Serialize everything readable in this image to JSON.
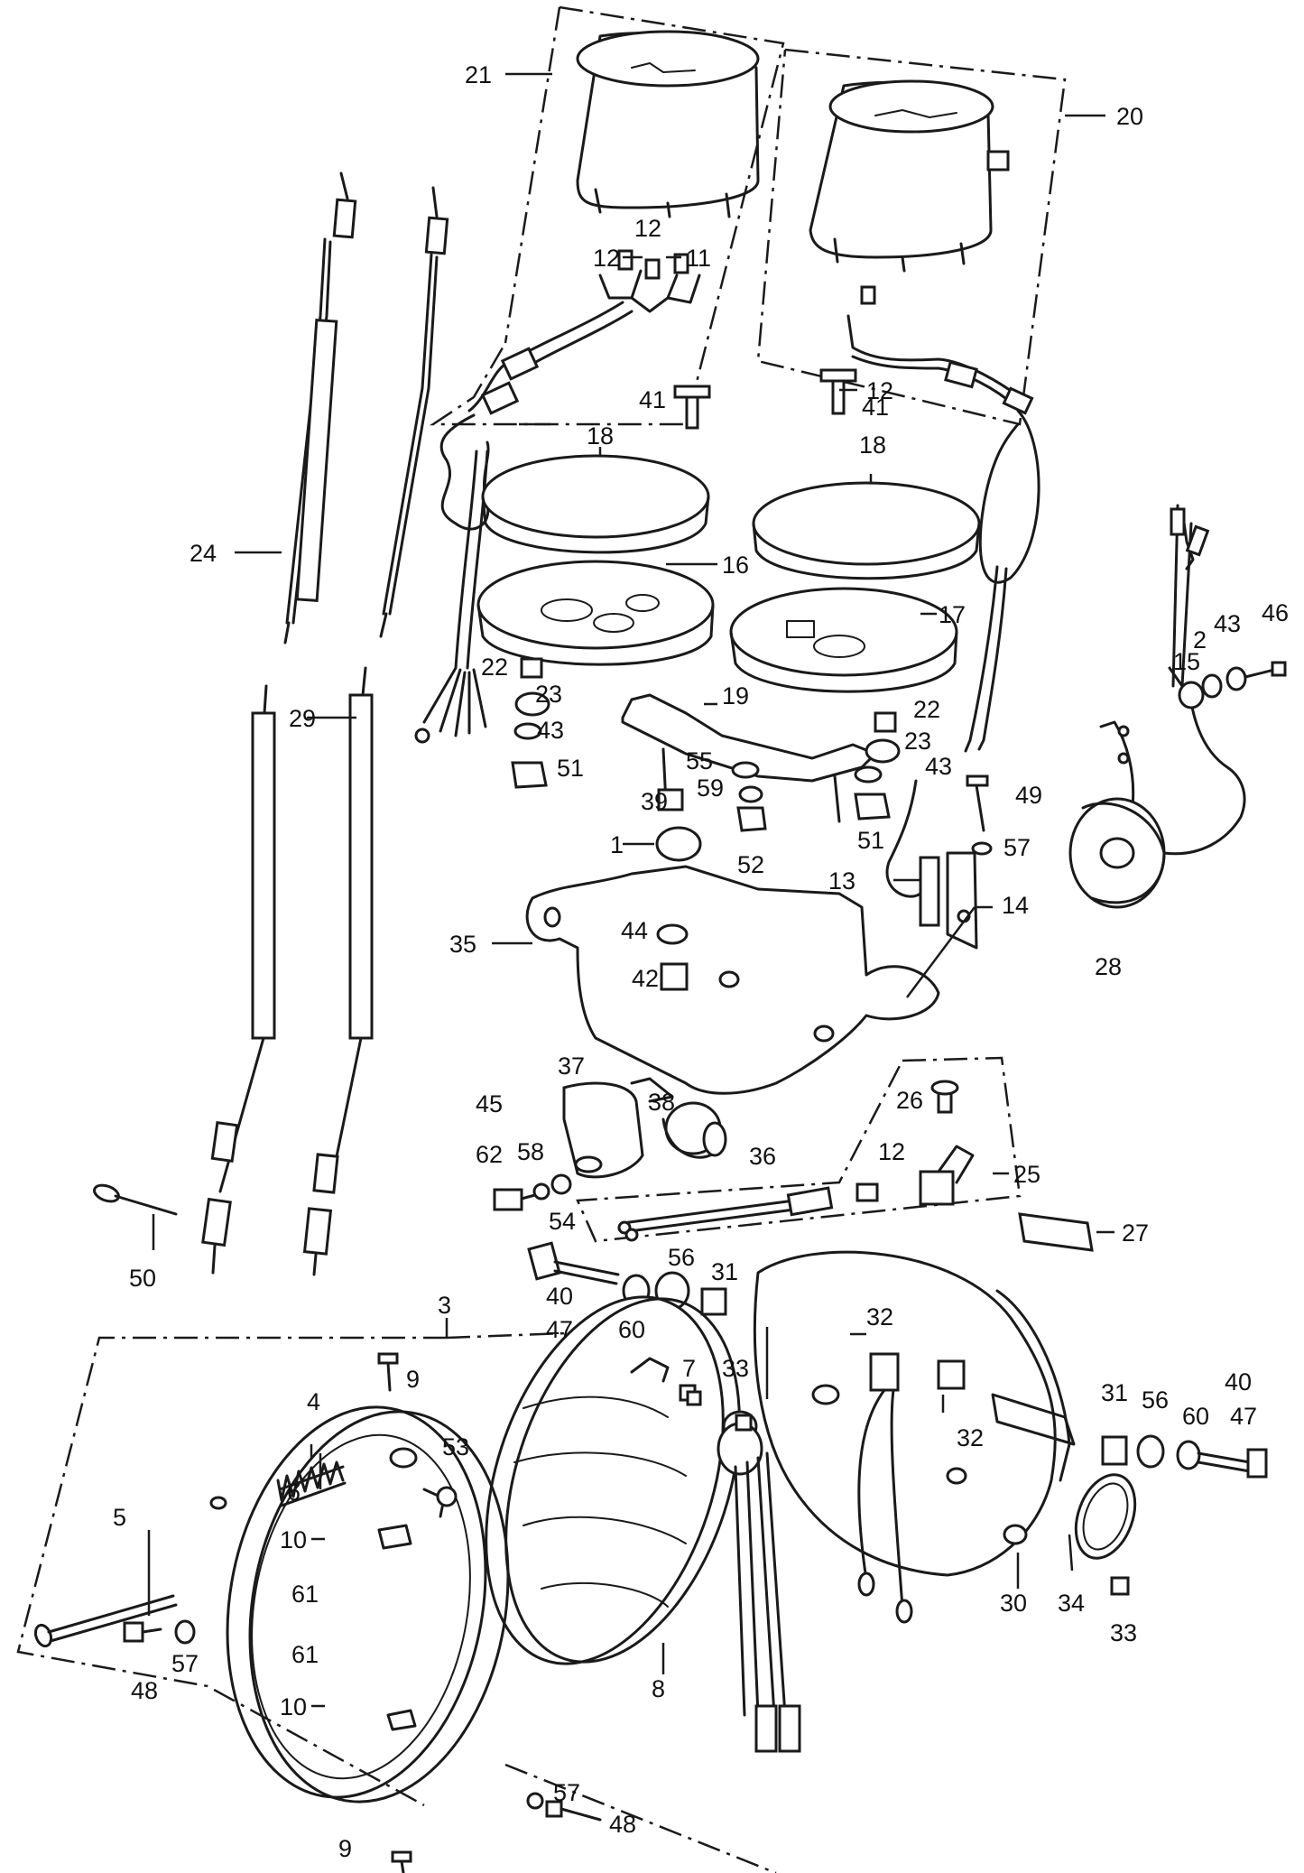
{
  "callouts": {
    "c1": "1",
    "c2": "2",
    "c3": "3",
    "c4": "4",
    "c5": "5",
    "c6": "6",
    "c7": "7",
    "c8": "8",
    "c9a": "9",
    "c9b": "9",
    "c10a": "10",
    "c10b": "10",
    "c11": "11",
    "c12a": "12",
    "c12b": "12",
    "c12c": "12",
    "c12d": "12",
    "c13": "13",
    "c14": "14",
    "c15": "15",
    "c16": "16",
    "c17": "17",
    "c18a": "18",
    "c18b": "18",
    "c19": "19",
    "c20": "20",
    "c21": "21",
    "c22a": "22",
    "c22b": "22",
    "c23a": "23",
    "c23b": "23",
    "c24": "24",
    "c25": "25",
    "c26": "26",
    "c27": "27",
    "c28": "28",
    "c29": "29",
    "c30": "30",
    "c31a": "31",
    "c31b": "31",
    "c32a": "32",
    "c32b": "32",
    "c33a": "33",
    "c33b": "33",
    "c34": "34",
    "c35": "35",
    "c36": "36",
    "c37": "37",
    "c38": "38",
    "c39": "39",
    "c40a": "40",
    "c40b": "40",
    "c41a": "41",
    "c41b": "41",
    "c42": "42",
    "c43a": "43",
    "c43b": "43",
    "c43c": "43",
    "c44": "44",
    "c45": "45",
    "c46": "46",
    "c47a": "47",
    "c47b": "47",
    "c48a": "48",
    "c48b": "48",
    "c49": "49",
    "c50": "50",
    "c51a": "51",
    "c51b": "51",
    "c52": "52",
    "c53": "53",
    "c54": "54",
    "c55": "55",
    "c56a": "56",
    "c56b": "56",
    "c57a": "57",
    "c57b": "57",
    "c57c": "57",
    "c58": "58",
    "c59": "59",
    "c60a": "60",
    "c60b": "60",
    "c61a": "61",
    "c61b": "61",
    "c62": "62"
  }
}
